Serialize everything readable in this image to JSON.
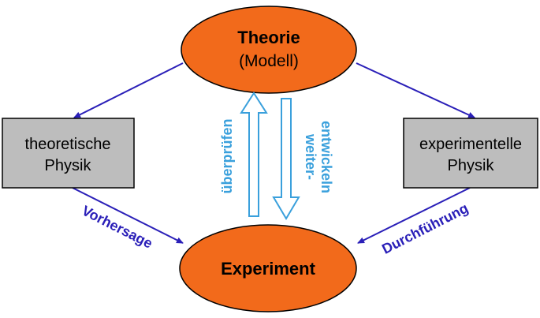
{
  "nodes": {
    "theory": {
      "title": "Theorie",
      "subtitle": "(Modell)"
    },
    "experiment": {
      "title": "Experiment"
    },
    "theoretical_physics": {
      "line1": "theoretische",
      "line2": "Physik"
    },
    "experimental_physics": {
      "line1": "experimentelle",
      "line2": "Physik"
    }
  },
  "edges": {
    "check": "überprüfen",
    "develop_line1": "weiter-",
    "develop_line2": "entwickeln",
    "prediction": "Vorhersage",
    "execution": "Durchführung"
  },
  "colors": {
    "ellipse_fill": "#f26a1b",
    "box_fill": "#bdbdbd",
    "arrow_blue": "#2a1fb8",
    "light_blue": "#3aa0dc"
  }
}
